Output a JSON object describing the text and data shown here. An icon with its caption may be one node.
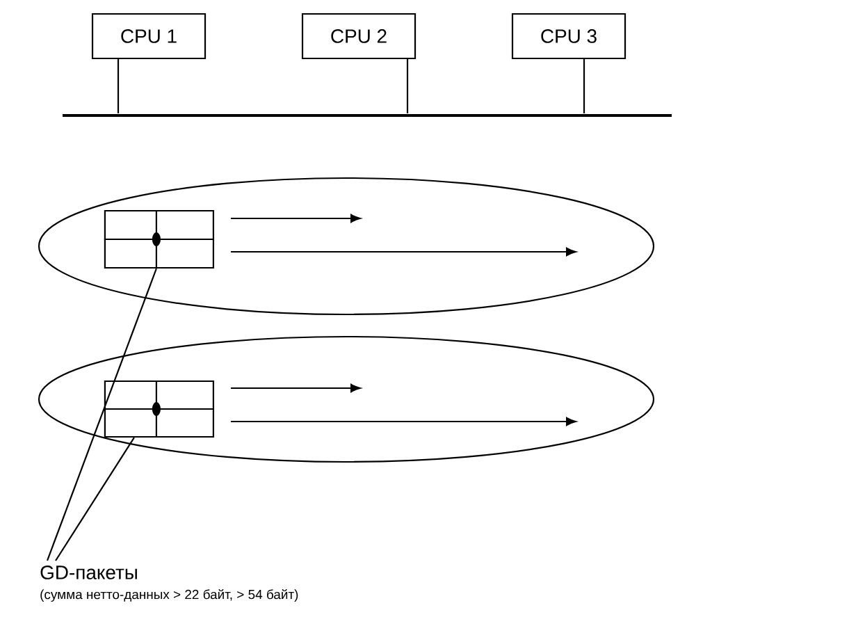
{
  "diagram": {
    "nodes": [
      {
        "text": [
          "CPU 1"
        ]
      },
      {
        "text": [
          "CPU 2"
        ]
      },
      {
        "text": [
          "CPU 3"
        ]
      },
      {
        "text": [],
        "shape": "bar"
      },
      {
        "text": [],
        "shape": "ellipse"
      },
      {
        "text": [],
        "shape": "box",
        "in": 4
      },
      {
        "text": [],
        "shape": "ellipse"
      },
      {
        "text": [],
        "shape": "box",
        "in": 6
      },
      {
        "text": [
          "GD-пакеты"
        ],
        "beside": [
          "(сумма нетто-данных > 22 байт, > 54 байт)"
        ]
      }
    ],
    "edges": [
      {
        "from": 0,
        "to": 3,
        "arrow": "none"
      },
      {
        "from": 1,
        "to": 3,
        "arrow": "none"
      },
      {
        "from": 2,
        "to": 3,
        "arrow": "none"
      },
      {
        "from": 5,
        "to": null,
        "arrow": "to"
      },
      {
        "from": 5,
        "to": null,
        "arrow": "to"
      },
      {
        "from": 7,
        "to": null,
        "arrow": "to"
      },
      {
        "from": 7,
        "to": null,
        "arrow": "to"
      },
      {
        "from": 8,
        "to": 5,
        "arrow": "none"
      },
      {
        "from": 8,
        "to": 7,
        "arrow": "none"
      }
    ]
  }
}
